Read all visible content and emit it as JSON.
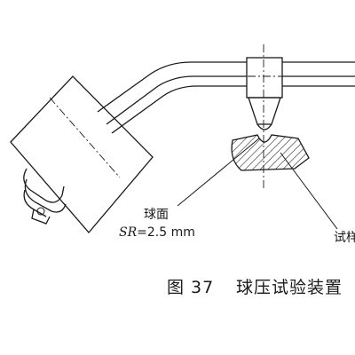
{
  "labels": {
    "ball_surface": "球面",
    "radius_symbol": "SR",
    "radius_value": "=2.5 mm",
    "specimen": "试样"
  },
  "caption": {
    "number": "图 37",
    "title": "球压试验装置"
  },
  "colors": {
    "ink": "#1a1a1a",
    "background": "#ffffff"
  }
}
